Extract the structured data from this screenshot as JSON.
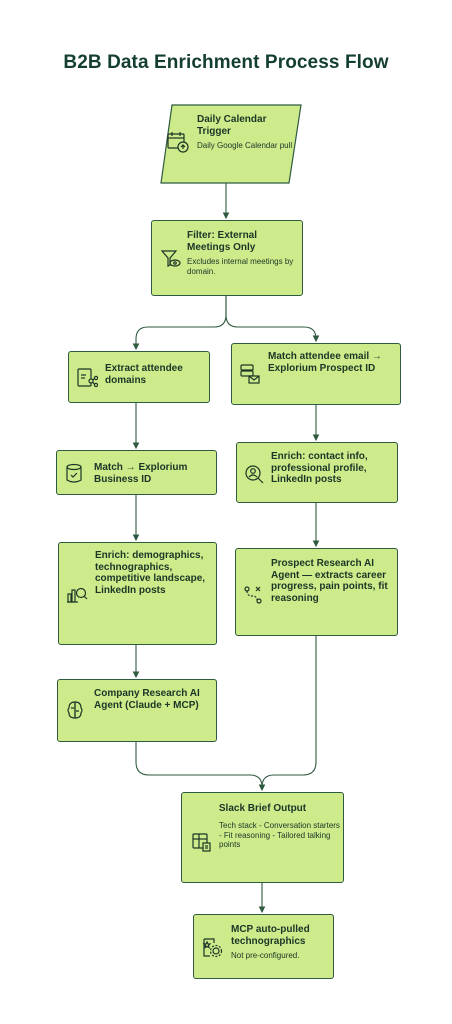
{
  "title": "B2B Data Enrichment Process Flow",
  "nodes": {
    "trigger": {
      "title": "Daily Calendar Trigger",
      "sub": "Daily Google Calendar pull",
      "icon": "calendar-sync-icon"
    },
    "filter": {
      "title": "Filter: External Meetings Only",
      "sub": "Excludes internal meetings by domain.",
      "icon": "filter-eye-icon"
    },
    "extract": {
      "title": "Extract attendee domains",
      "icon": "document-share-icon"
    },
    "match_email": {
      "title": "Match attendee email → Explorium Prospect ID",
      "icon": "server-mail-icon"
    },
    "match_business": {
      "title": "Match → Explorium Business ID",
      "icon": "database-icon"
    },
    "enrich_contact": {
      "title": "Enrich: contact info, professional profile, LinkedIn posts",
      "icon": "person-search-icon"
    },
    "enrich_company": {
      "title": "Enrich: demographics, technographics, competitive landscape, LinkedIn posts",
      "icon": "chart-search-icon"
    },
    "prospect_agent": {
      "title": "Prospect Research AI Agent — extracts career progress, pain points, fit reasoning",
      "icon": "agent-path-icon"
    },
    "company_agent": {
      "title": "Company Research AI Agent (Claude + MCP)",
      "icon": "brain-icon"
    },
    "slack": {
      "title": "Slack Brief Output",
      "sub": "Tech stack - Conversation starters - Fit reasoning - Tailored talking points",
      "icon": "table-doc-icon"
    },
    "mcp": {
      "title": "MCP auto-pulled technographics",
      "sub": "Not pre-configured.",
      "icon": "gear-doc-icon"
    }
  },
  "colors": {
    "node_fill": "#cdeb8b",
    "node_border": "#2f5a3f",
    "edge": "#2f5a3f",
    "title": "#143f30"
  }
}
